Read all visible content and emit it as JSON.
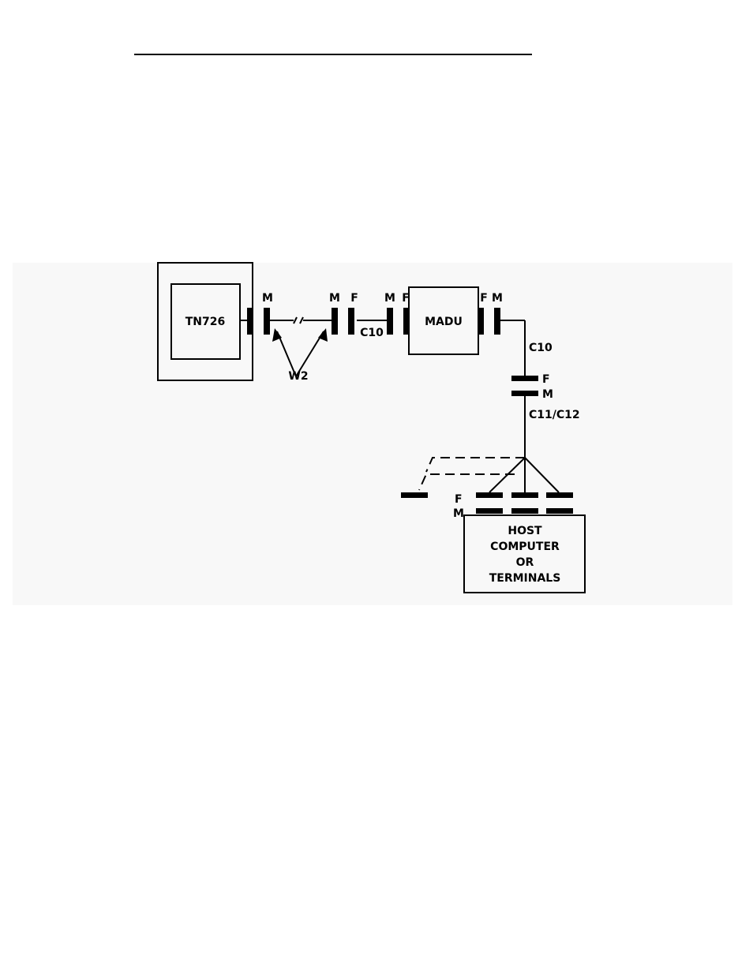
{
  "diagram": {
    "boxes": {
      "tn726": "TN726",
      "madu": "MADU",
      "host": [
        "HOST",
        "COMPUTER",
        "OR",
        "TERMINALS"
      ]
    },
    "connector_labels": {
      "m": "M",
      "f": "F"
    },
    "cable_labels": {
      "c10": "C10",
      "c11_c12": "C11/C12",
      "w2": "W2"
    }
  }
}
